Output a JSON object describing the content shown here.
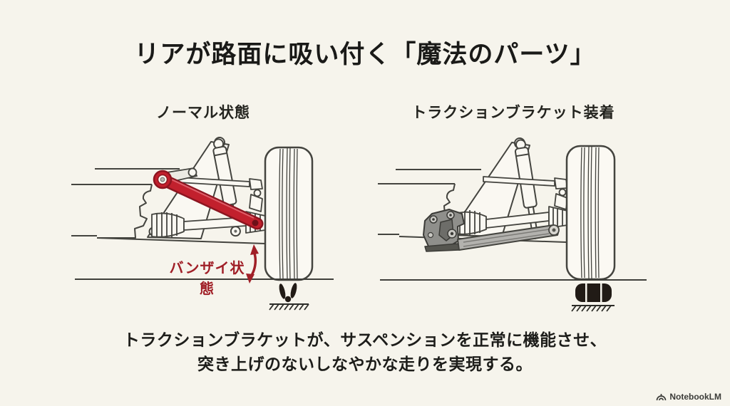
{
  "title": "リアが路面に吸い付く「魔法のパーツ」",
  "panels": {
    "left": {
      "label": "ノーマル状態",
      "annotation": "バンザイ状態",
      "highlight_part": "lower-control-arm-red",
      "contact_icon": "small-contact-patch-icon",
      "arrow_icon": "up-down-arrow-icon"
    },
    "right": {
      "label": "トラクションブラケット装着",
      "added_part": "traction-bracket",
      "contact_icon": "full-contact-patch-icon"
    }
  },
  "caption": {
    "line1": "トラクションブラケットが、サスペンションを正常に機能させ、",
    "line2": "突き上げのないしなやかな走りを実現する。"
  },
  "branding": {
    "logo_text": "NotebookLM",
    "logo_icon": "notebooklm-icon"
  },
  "colors": {
    "background": "#f6f4ec",
    "line_art": "#44443f",
    "part_fill": "#faf8f2",
    "highlight_red": "#c2202d",
    "highlight_red_dark": "#8c1520",
    "annotation_red": "#a01f27",
    "bracket_gray": "#8f8f8b",
    "arm_gray": "#b3b2ae",
    "contact_black": "#211b16",
    "text": "#1a1a18"
  }
}
